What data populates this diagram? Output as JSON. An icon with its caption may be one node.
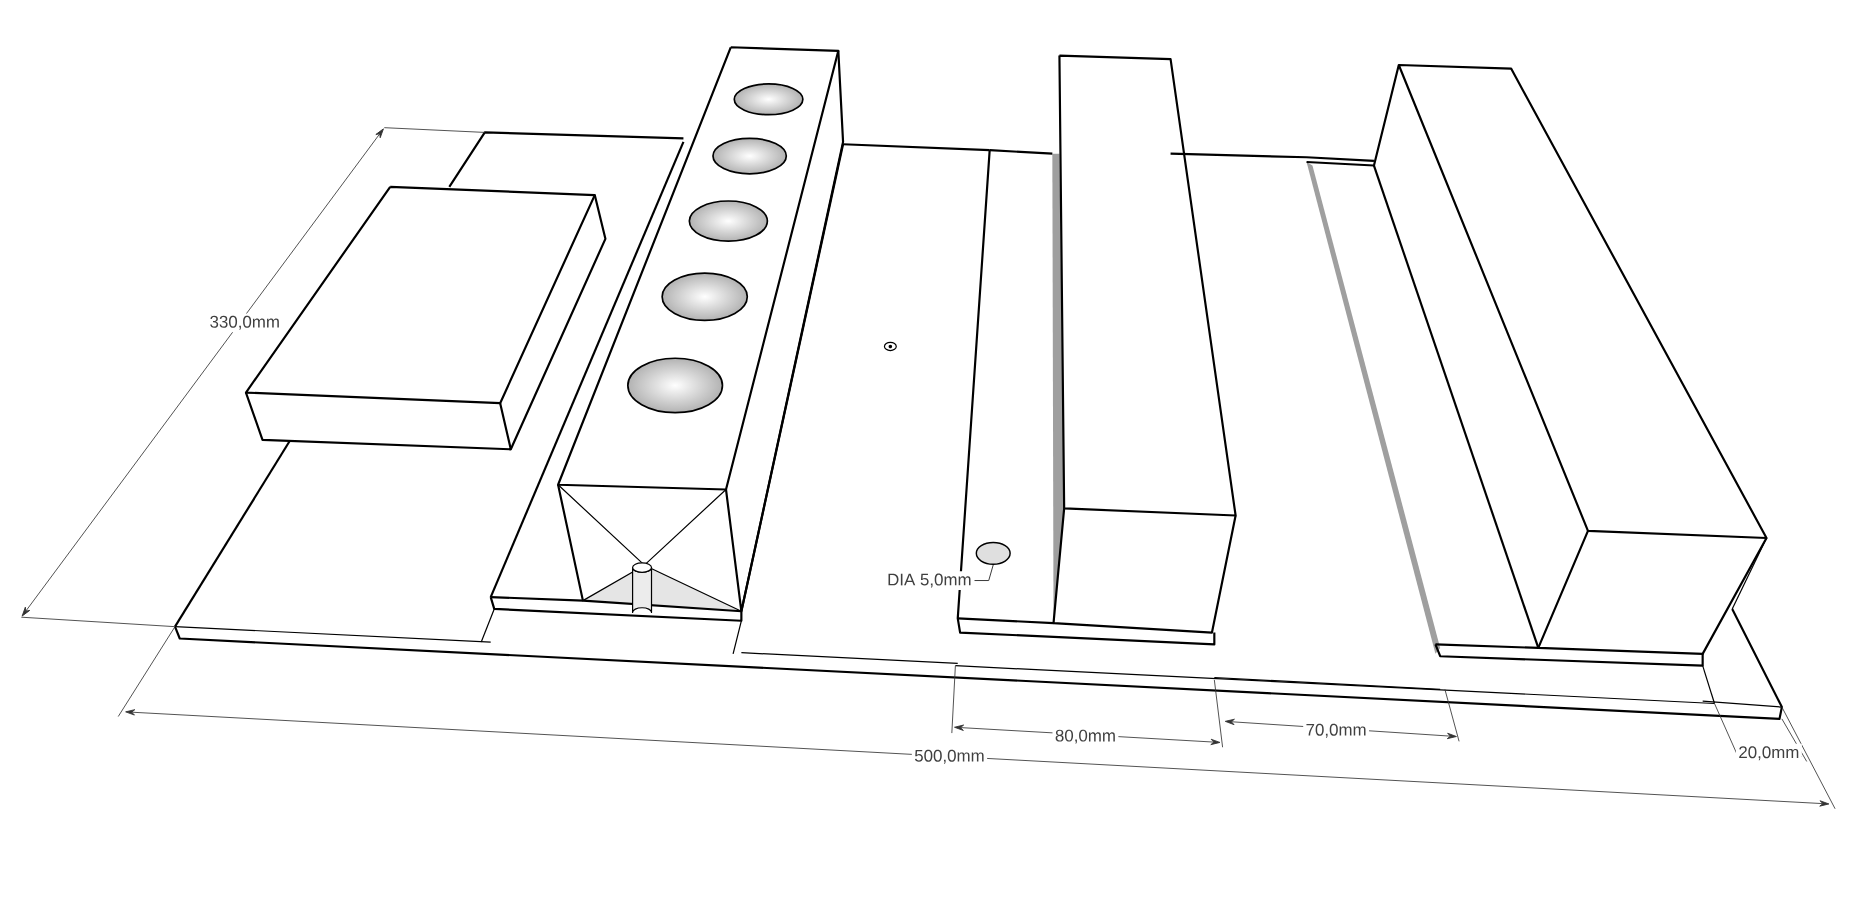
{
  "diagram": {
    "nodes": [
      {
        "text": [
          "DIA 5,0mm"
        ]
      },
      {
        "text": [],
        "shape": "circle"
      }
    ],
    "edges": [
      {
        "from": 0,
        "to": 1,
        "arrow": "none"
      }
    ],
    "labels": [
      "330,0mm",
      "500,0mm",
      "80,0mm",
      "70,0mm",
      "20,0mm"
    ]
  }
}
